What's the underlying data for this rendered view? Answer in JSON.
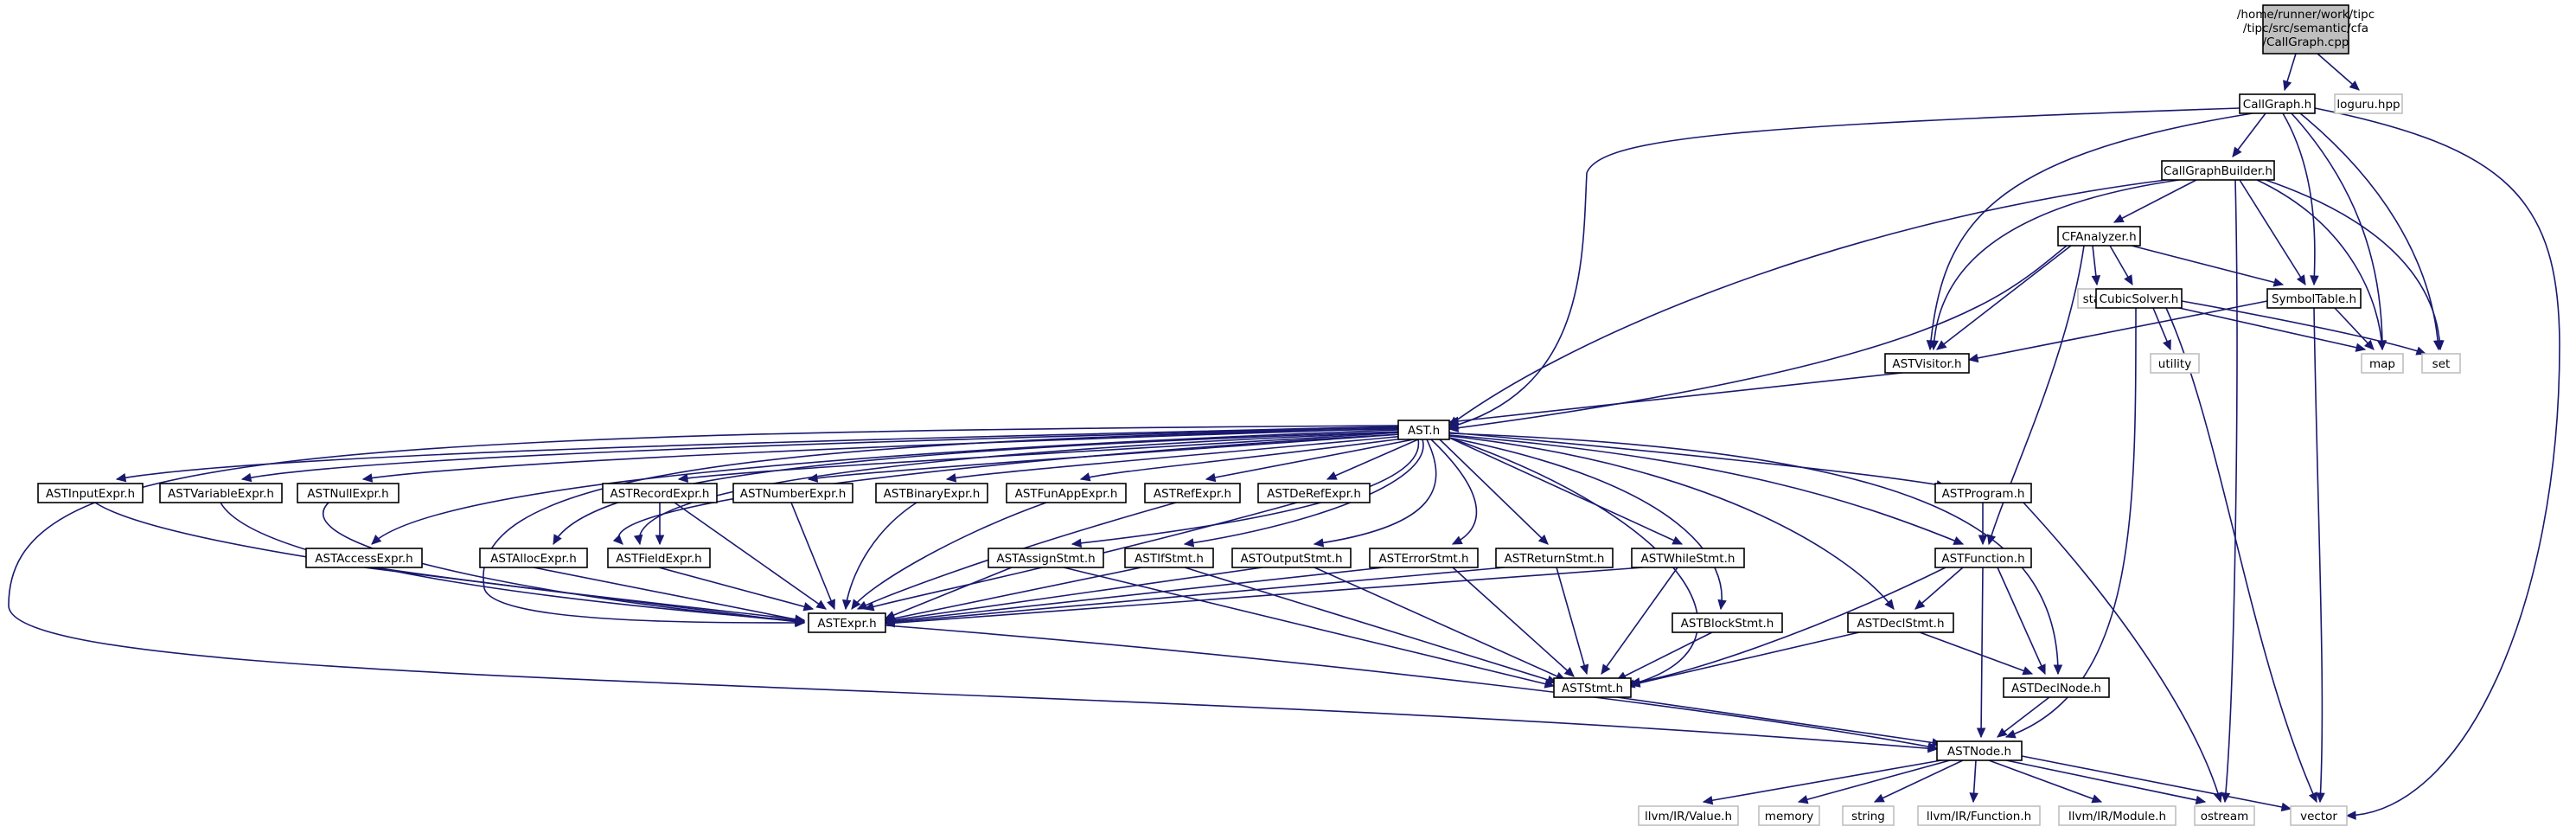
{
  "colors": {
    "edge": "#191970",
    "node_border": "#000000",
    "external_border": "#bfbfbf",
    "root_fill": "#bfbfbf",
    "background": "#ffffff"
  },
  "root": {
    "lines": [
      "/home/runner/work/tipc",
      "/tipc/src/semantic/cfa",
      "/CallGraph.cpp"
    ]
  },
  "nodes": {
    "loguru": "loguru.hpp",
    "callgraph_h": "CallGraph.h",
    "callgraphbuilder_h": "CallGraphBuilder.h",
    "cfanalyzer_h": "CFAnalyzer.h",
    "stack": "stack",
    "cubicsolver_h": "CubicSolver.h",
    "symboltable_h": "SymbolTable.h",
    "utility": "utility",
    "map": "map",
    "set": "set",
    "astvisitor_h": "ASTVisitor.h",
    "ast_h": "AST.h",
    "astinputexpr_h": "ASTInputExpr.h",
    "astvariableexpr_h": "ASTVariableExpr.h",
    "astnullexpr_h": "ASTNullExpr.h",
    "astrecordexpr_h": "ASTRecordExpr.h",
    "astnumberexpr_h": "ASTNumberExpr.h",
    "astbinaryexpr_h": "ASTBinaryExpr.h",
    "astfunappexpr_h": "ASTFunAppExpr.h",
    "astrefexpr_h": "ASTRefExpr.h",
    "astderefexpr_h": "ASTDeRefExpr.h",
    "astprogram_h": "ASTProgram.h",
    "astaccessexpr_h": "ASTAccessExpr.h",
    "astallocexpr_h": "ASTAllocExpr.h",
    "astfieldexpr_h": "ASTFieldExpr.h",
    "astassignstmt_h": "ASTAssignStmt.h",
    "astifstmt_h": "ASTIfStmt.h",
    "astoutputstmt_h": "ASTOutputStmt.h",
    "asterrorstmt_h": "ASTErrorStmt.h",
    "astreturnstmt_h": "ASTReturnStmt.h",
    "astwhilestmt_h": "ASTWhileStmt.h",
    "astfunction_h": "ASTFunction.h",
    "astexpr_h": "ASTExpr.h",
    "astblockstmt_h": "ASTBlockStmt.h",
    "astdeclstmt_h": "ASTDeclStmt.h",
    "aststmt_h": "ASTStmt.h",
    "astdeclnode_h": "ASTDeclNode.h",
    "astnode_h": "ASTNode.h",
    "llvm_value": "llvm/IR/Value.h",
    "memory": "memory",
    "string": "string",
    "llvm_function": "llvm/IR/Function.h",
    "llvm_module": "llvm/IR/Module.h",
    "ostream": "ostream",
    "vector": "vector"
  }
}
